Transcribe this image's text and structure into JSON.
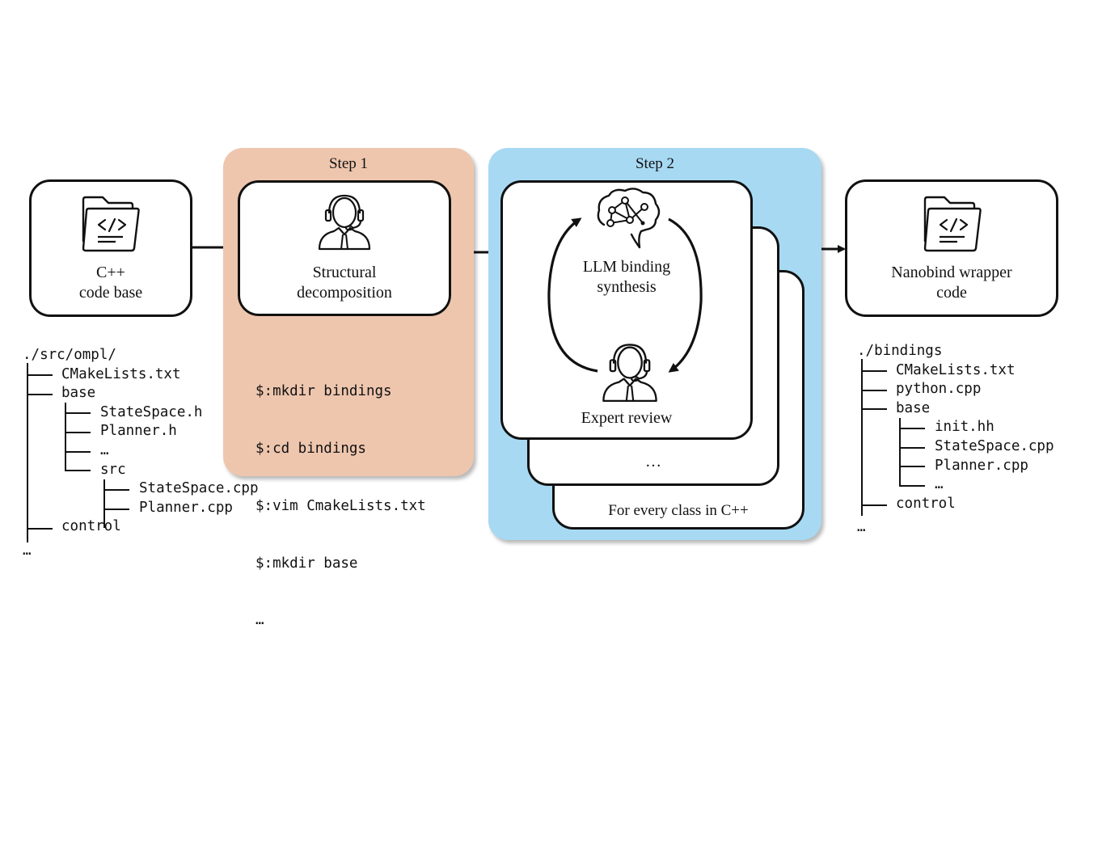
{
  "nodes": {
    "input": {
      "line1": "C++",
      "line2": "code base",
      "icon": "code-folder-icon"
    },
    "step1": {
      "title": "Step 1",
      "card_line1": "Structural",
      "card_line2": "decomposition",
      "icon": "support-agent-icon",
      "commands": [
        "$:mkdir bindings",
        "$:cd bindings",
        "$:vim CmakeLists.txt",
        "$:mkdir base",
        "…"
      ],
      "color": "#EEC6AE"
    },
    "step2": {
      "title": "Step 2",
      "synthesis_line1": "LLM binding",
      "synthesis_line2": "synthesis",
      "synthesis_icon": "ai-brain-network-icon",
      "review_label": "Expert review",
      "review_icon": "support-agent-icon",
      "middle_card": "…",
      "back_card": "For every class in C++",
      "color": "#A7D9F2"
    },
    "output": {
      "line1": "Nanobind wrapper",
      "line2": "code",
      "icon": "code-folder-icon"
    }
  },
  "source_tree": {
    "root": "./src/ompl/",
    "items": [
      "CMakeLists.txt",
      "base",
      "StateSpace.h",
      "Planner.h",
      "…",
      "src",
      "StateSpace.cpp",
      "Planner.cpp",
      "control"
    ],
    "trailing": "…"
  },
  "bindings_tree": {
    "root": "./bindings",
    "items": [
      "CMakeLists.txt",
      "python.cpp",
      "base",
      "init.hh",
      "StateSpace.cpp",
      "Planner.cpp",
      "…",
      "control"
    ],
    "trailing": "…"
  }
}
